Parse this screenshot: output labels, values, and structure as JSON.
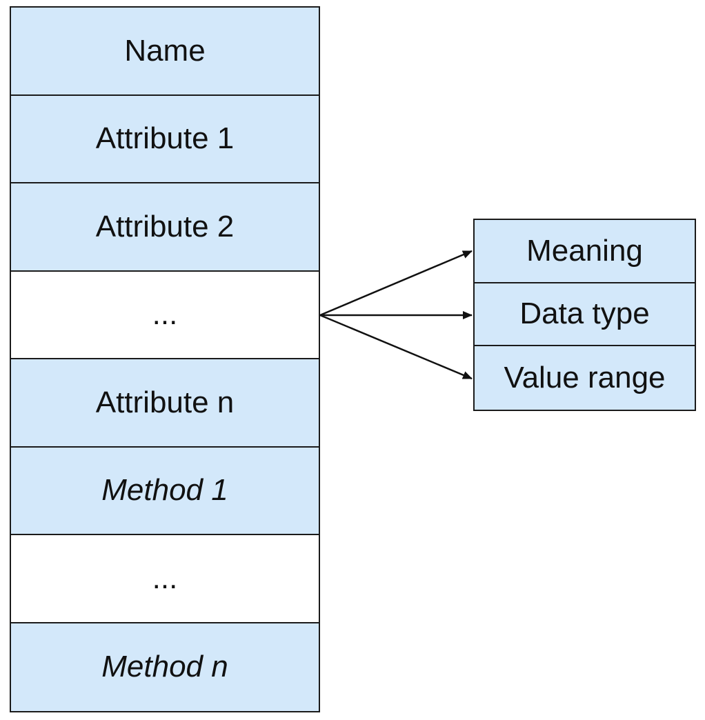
{
  "class_box": {
    "rows": [
      {
        "label": "Name",
        "fill": "filled",
        "style": "normal"
      },
      {
        "label": "Attribute 1",
        "fill": "filled",
        "style": "normal"
      },
      {
        "label": "Attribute 2",
        "fill": "filled",
        "style": "normal"
      },
      {
        "label": "...",
        "fill": "empty",
        "style": "normal"
      },
      {
        "label": "Attribute n",
        "fill": "filled",
        "style": "normal"
      },
      {
        "label": "Method 1",
        "fill": "filled",
        "style": "italic"
      },
      {
        "label": "...",
        "fill": "empty",
        "style": "normal"
      },
      {
        "label": "Method n",
        "fill": "filled",
        "style": "italic"
      }
    ]
  },
  "detail_box": {
    "rows": [
      {
        "label": "Meaning"
      },
      {
        "label": "Data type"
      },
      {
        "label": "Value range"
      }
    ]
  },
  "colors": {
    "box_fill": "#d3e8fa",
    "border": "#1a1a1a",
    "background": "#ffffff"
  }
}
